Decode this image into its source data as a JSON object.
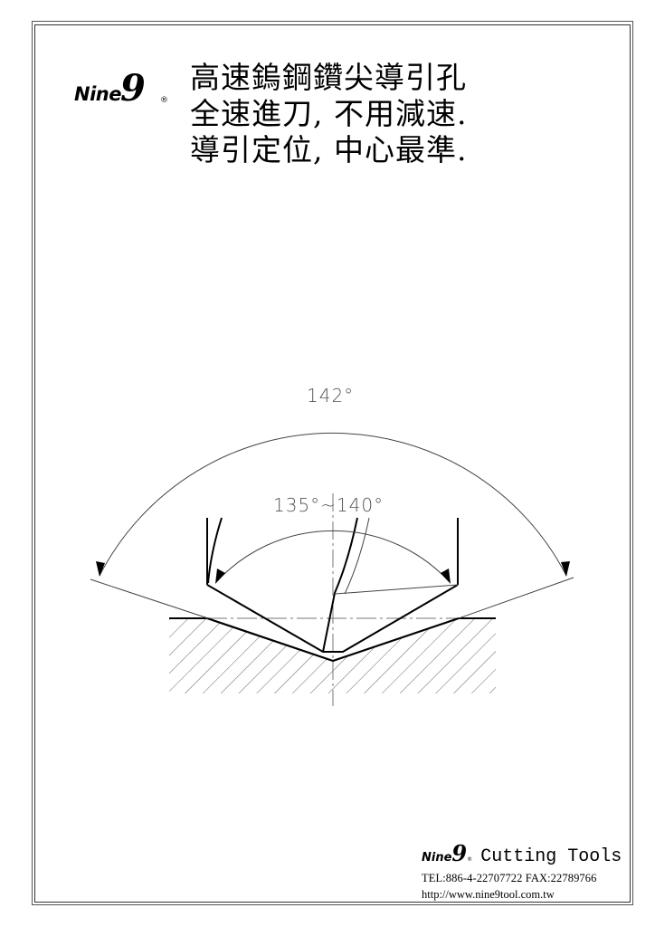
{
  "header": {
    "logo": {
      "text": "Nine",
      "digit": "9",
      "registered": "®"
    },
    "headline_lines": [
      "高速鎢鋼鑽尖導引孔",
      "全速進刀, 不用減速.",
      "導引定位, 中心最準."
    ]
  },
  "drawing": {
    "outer_angle_label": "142°",
    "inner_angle_label": "135°~140°",
    "colors": {
      "line": "#000000",
      "dimension": "#555555",
      "hatch": "#666666"
    }
  },
  "footer": {
    "logo": {
      "text": "Nine",
      "digit": "9",
      "registered": "®"
    },
    "title": "Cutting Tools",
    "contact": "TEL:886-4-22707722 FAX:22789766",
    "url": "http://www.nine9tool.com.tw"
  }
}
